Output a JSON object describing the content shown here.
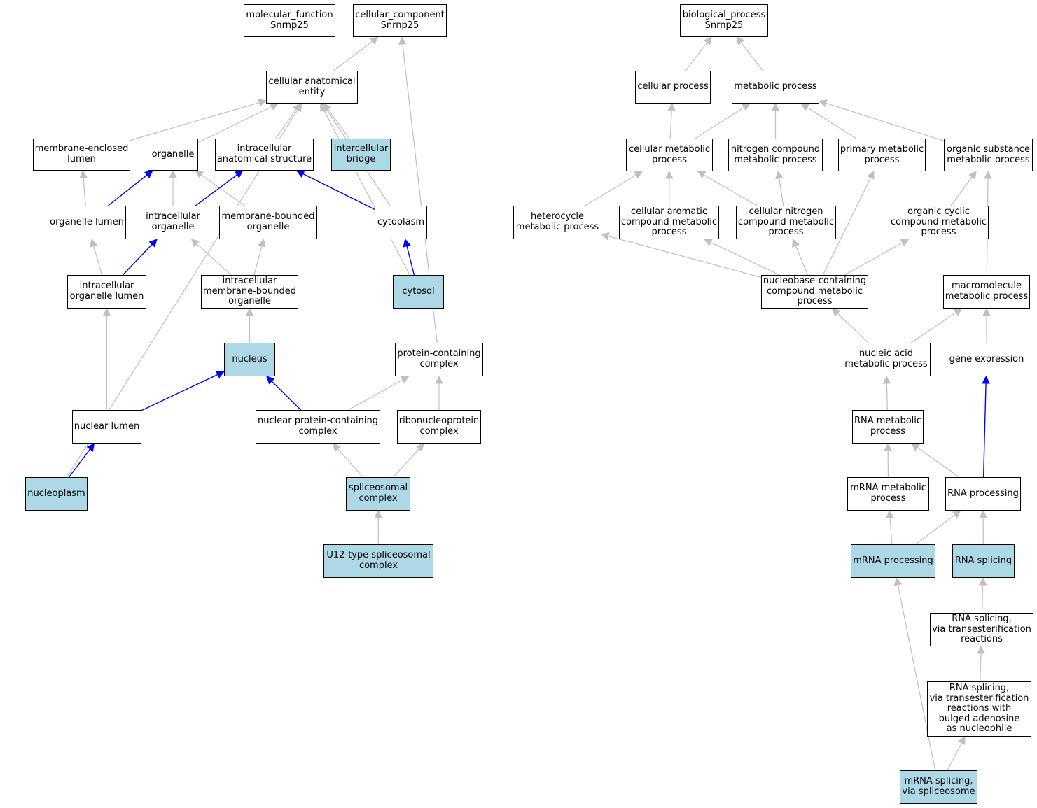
{
  "colors": {
    "highlight": "#add8e6",
    "edge_default": "#c0c0c0",
    "edge_highlight": "#0000ff",
    "node_fill": "#ffffff",
    "node_border": "#000000"
  },
  "nodes": [
    {
      "id": "mf",
      "lines": [
        "molecular_function",
        "Snrnp25"
      ],
      "highlight": false
    },
    {
      "id": "cc",
      "lines": [
        "cellular_component",
        "Snrnp25"
      ],
      "highlight": false
    },
    {
      "id": "bp",
      "lines": [
        "biological_process",
        "Snrnp25"
      ],
      "highlight": false
    },
    {
      "id": "cae",
      "lines": [
        "cellular anatomical",
        "entity"
      ],
      "highlight": false
    },
    {
      "id": "mel",
      "lines": [
        "membrane-enclosed",
        "lumen"
      ],
      "highlight": false
    },
    {
      "id": "org",
      "lines": [
        "organelle"
      ],
      "highlight": false
    },
    {
      "id": "ias",
      "lines": [
        "intracellular",
        "anatomical structure"
      ],
      "highlight": false
    },
    {
      "id": "icb",
      "lines": [
        "intercellular",
        "bridge"
      ],
      "highlight": true
    },
    {
      "id": "orl",
      "lines": [
        "organelle lumen"
      ],
      "highlight": false
    },
    {
      "id": "io",
      "lines": [
        "intracellular",
        "organelle"
      ],
      "highlight": false
    },
    {
      "id": "mbo",
      "lines": [
        "membrane-bounded",
        "organelle"
      ],
      "highlight": false
    },
    {
      "id": "cyt",
      "lines": [
        "cytoplasm"
      ],
      "highlight": false
    },
    {
      "id": "iol",
      "lines": [
        "intracellular",
        "organelle lumen"
      ],
      "highlight": false
    },
    {
      "id": "imbo",
      "lines": [
        "intracellular",
        "membrane-bounded",
        "organelle"
      ],
      "highlight": false
    },
    {
      "id": "cyto",
      "lines": [
        "cytosol"
      ],
      "highlight": true
    },
    {
      "id": "nuc",
      "lines": [
        "nucleus"
      ],
      "highlight": true
    },
    {
      "id": "pcc",
      "lines": [
        "protein-containing",
        "complex"
      ],
      "highlight": false
    },
    {
      "id": "nl",
      "lines": [
        "nuclear lumen"
      ],
      "highlight": false
    },
    {
      "id": "npcc",
      "lines": [
        "nuclear protein-containing",
        "complex"
      ],
      "highlight": false
    },
    {
      "id": "rnp",
      "lines": [
        "ribonucleoprotein",
        "complex"
      ],
      "highlight": false
    },
    {
      "id": "np",
      "lines": [
        "nucleoplasm"
      ],
      "highlight": true
    },
    {
      "id": "spl",
      "lines": [
        "spliceosomal",
        "complex"
      ],
      "highlight": true
    },
    {
      "id": "u12",
      "lines": [
        "U12-type spliceosomal",
        "complex"
      ],
      "highlight": true
    },
    {
      "id": "cp",
      "lines": [
        "cellular process"
      ],
      "highlight": false
    },
    {
      "id": "mp",
      "lines": [
        "metabolic process"
      ],
      "highlight": false
    },
    {
      "id": "cmp",
      "lines": [
        "cellular metabolic",
        "process"
      ],
      "highlight": false
    },
    {
      "id": "ncmp",
      "lines": [
        "nitrogen compound",
        "metabolic process"
      ],
      "highlight": false
    },
    {
      "id": "pmp",
      "lines": [
        "primary metabolic",
        "process"
      ],
      "highlight": false
    },
    {
      "id": "osmp",
      "lines": [
        "organic substance",
        "metabolic process"
      ],
      "highlight": false
    },
    {
      "id": "hmp",
      "lines": [
        "heterocycle",
        "metabolic process"
      ],
      "highlight": false
    },
    {
      "id": "cacmp",
      "lines": [
        "cellular aromatic",
        "compound metabolic",
        "process"
      ],
      "highlight": false
    },
    {
      "id": "cncmp",
      "lines": [
        "cellular nitrogen",
        "compound metabolic",
        "process"
      ],
      "highlight": false
    },
    {
      "id": "occmp",
      "lines": [
        "organic cyclic",
        "compound metabolic",
        "process"
      ],
      "highlight": false
    },
    {
      "id": "nbcmp",
      "lines": [
        "nucleobase-containing",
        "compound metabolic",
        "process"
      ],
      "highlight": false
    },
    {
      "id": "mmp",
      "lines": [
        "macromolecule",
        "metabolic process"
      ],
      "highlight": false
    },
    {
      "id": "namp",
      "lines": [
        "nucleic acid",
        "metabolic process"
      ],
      "highlight": false
    },
    {
      "id": "ge",
      "lines": [
        "gene expression"
      ],
      "highlight": false
    },
    {
      "id": "rmp",
      "lines": [
        "RNA metabolic",
        "process"
      ],
      "highlight": false
    },
    {
      "id": "mrmp",
      "lines": [
        "mRNA metabolic",
        "process"
      ],
      "highlight": false
    },
    {
      "id": "rp",
      "lines": [
        "RNA processing"
      ],
      "highlight": false
    },
    {
      "id": "mrp",
      "lines": [
        "mRNA processing"
      ],
      "highlight": true
    },
    {
      "id": "rs",
      "lines": [
        "RNA splicing"
      ],
      "highlight": true
    },
    {
      "id": "rst",
      "lines": [
        "RNA splicing,",
        "via transesterification",
        "reactions"
      ],
      "highlight": false
    },
    {
      "id": "rstb",
      "lines": [
        "RNA splicing,",
        "via transesterification",
        "reactions with",
        "bulged adenosine",
        "as nucleophile"
      ],
      "highlight": false
    },
    {
      "id": "mrs",
      "lines": [
        "mRNA splicing,",
        "via spliceosome"
      ],
      "highlight": true
    }
  ],
  "edges": [
    {
      "from": "cae",
      "to": "cc",
      "highlight": false
    },
    {
      "from": "mel",
      "to": "cae",
      "highlight": false
    },
    {
      "from": "org",
      "to": "cae",
      "highlight": false
    },
    {
      "from": "ias",
      "to": "cae",
      "highlight": false
    },
    {
      "from": "icb",
      "to": "cae",
      "highlight": false
    },
    {
      "from": "cyt",
      "to": "cae",
      "highlight": false
    },
    {
      "from": "cyto",
      "to": "cae",
      "highlight": false
    },
    {
      "from": "np",
      "to": "cae",
      "highlight": false
    },
    {
      "from": "orl",
      "to": "mel",
      "highlight": false
    },
    {
      "from": "orl",
      "to": "org",
      "highlight": true
    },
    {
      "from": "io",
      "to": "org",
      "highlight": false
    },
    {
      "from": "mbo",
      "to": "org",
      "highlight": false
    },
    {
      "from": "io",
      "to": "ias",
      "highlight": true
    },
    {
      "from": "cyt",
      "to": "ias",
      "highlight": true
    },
    {
      "from": "cyto",
      "to": "cyt",
      "highlight": true
    },
    {
      "from": "iol",
      "to": "orl",
      "highlight": false
    },
    {
      "from": "iol",
      "to": "io",
      "highlight": true
    },
    {
      "from": "imbo",
      "to": "io",
      "highlight": false
    },
    {
      "from": "imbo",
      "to": "mbo",
      "highlight": false
    },
    {
      "from": "nuc",
      "to": "imbo",
      "highlight": false
    },
    {
      "from": "nl",
      "to": "iol",
      "highlight": false
    },
    {
      "from": "nl",
      "to": "nuc",
      "highlight": true
    },
    {
      "from": "npcc",
      "to": "nuc",
      "highlight": true
    },
    {
      "from": "np",
      "to": "nl",
      "highlight": true
    },
    {
      "from": "pcc",
      "to": "cc",
      "highlight": false
    },
    {
      "from": "npcc",
      "to": "pcc",
      "highlight": false
    },
    {
      "from": "rnp",
      "to": "pcc",
      "highlight": false
    },
    {
      "from": "spl",
      "to": "npcc",
      "highlight": false
    },
    {
      "from": "spl",
      "to": "rnp",
      "highlight": false
    },
    {
      "from": "u12",
      "to": "spl",
      "highlight": false
    },
    {
      "from": "cp",
      "to": "bp",
      "highlight": false
    },
    {
      "from": "mp",
      "to": "bp",
      "highlight": false
    },
    {
      "from": "cmp",
      "to": "cp",
      "highlight": false
    },
    {
      "from": "cmp",
      "to": "mp",
      "highlight": false
    },
    {
      "from": "ncmp",
      "to": "mp",
      "highlight": false
    },
    {
      "from": "pmp",
      "to": "mp",
      "highlight": false
    },
    {
      "from": "osmp",
      "to": "mp",
      "highlight": false
    },
    {
      "from": "hmp",
      "to": "cmp",
      "highlight": false
    },
    {
      "from": "cacmp",
      "to": "cmp",
      "highlight": false
    },
    {
      "from": "cncmp",
      "to": "cmp",
      "highlight": false
    },
    {
      "from": "cncmp",
      "to": "ncmp",
      "highlight": false
    },
    {
      "from": "occmp",
      "to": "osmp",
      "highlight": false
    },
    {
      "from": "mmp",
      "to": "osmp",
      "highlight": false
    },
    {
      "from": "nbcmp",
      "to": "hmp",
      "highlight": false
    },
    {
      "from": "nbcmp",
      "to": "cacmp",
      "highlight": false
    },
    {
      "from": "nbcmp",
      "to": "cncmp",
      "highlight": false
    },
    {
      "from": "nbcmp",
      "to": "pmp",
      "highlight": false
    },
    {
      "from": "nbcmp",
      "to": "occmp",
      "highlight": false
    },
    {
      "from": "namp",
      "to": "nbcmp",
      "highlight": false
    },
    {
      "from": "namp",
      "to": "mmp",
      "highlight": false
    },
    {
      "from": "ge",
      "to": "mmp",
      "highlight": false
    },
    {
      "from": "rmp",
      "to": "namp",
      "highlight": false
    },
    {
      "from": "mrmp",
      "to": "rmp",
      "highlight": false
    },
    {
      "from": "rp",
      "to": "rmp",
      "highlight": false
    },
    {
      "from": "rp",
      "to": "ge",
      "highlight": true
    },
    {
      "from": "mrp",
      "to": "mrmp",
      "highlight": false
    },
    {
      "from": "mrp",
      "to": "rp",
      "highlight": false
    },
    {
      "from": "rs",
      "to": "rp",
      "highlight": false
    },
    {
      "from": "rst",
      "to": "rs",
      "highlight": false
    },
    {
      "from": "rstb",
      "to": "rst",
      "highlight": false
    },
    {
      "from": "mrs",
      "to": "rstb",
      "highlight": false
    },
    {
      "from": "mrs",
      "to": "mrp",
      "highlight": false
    }
  ]
}
